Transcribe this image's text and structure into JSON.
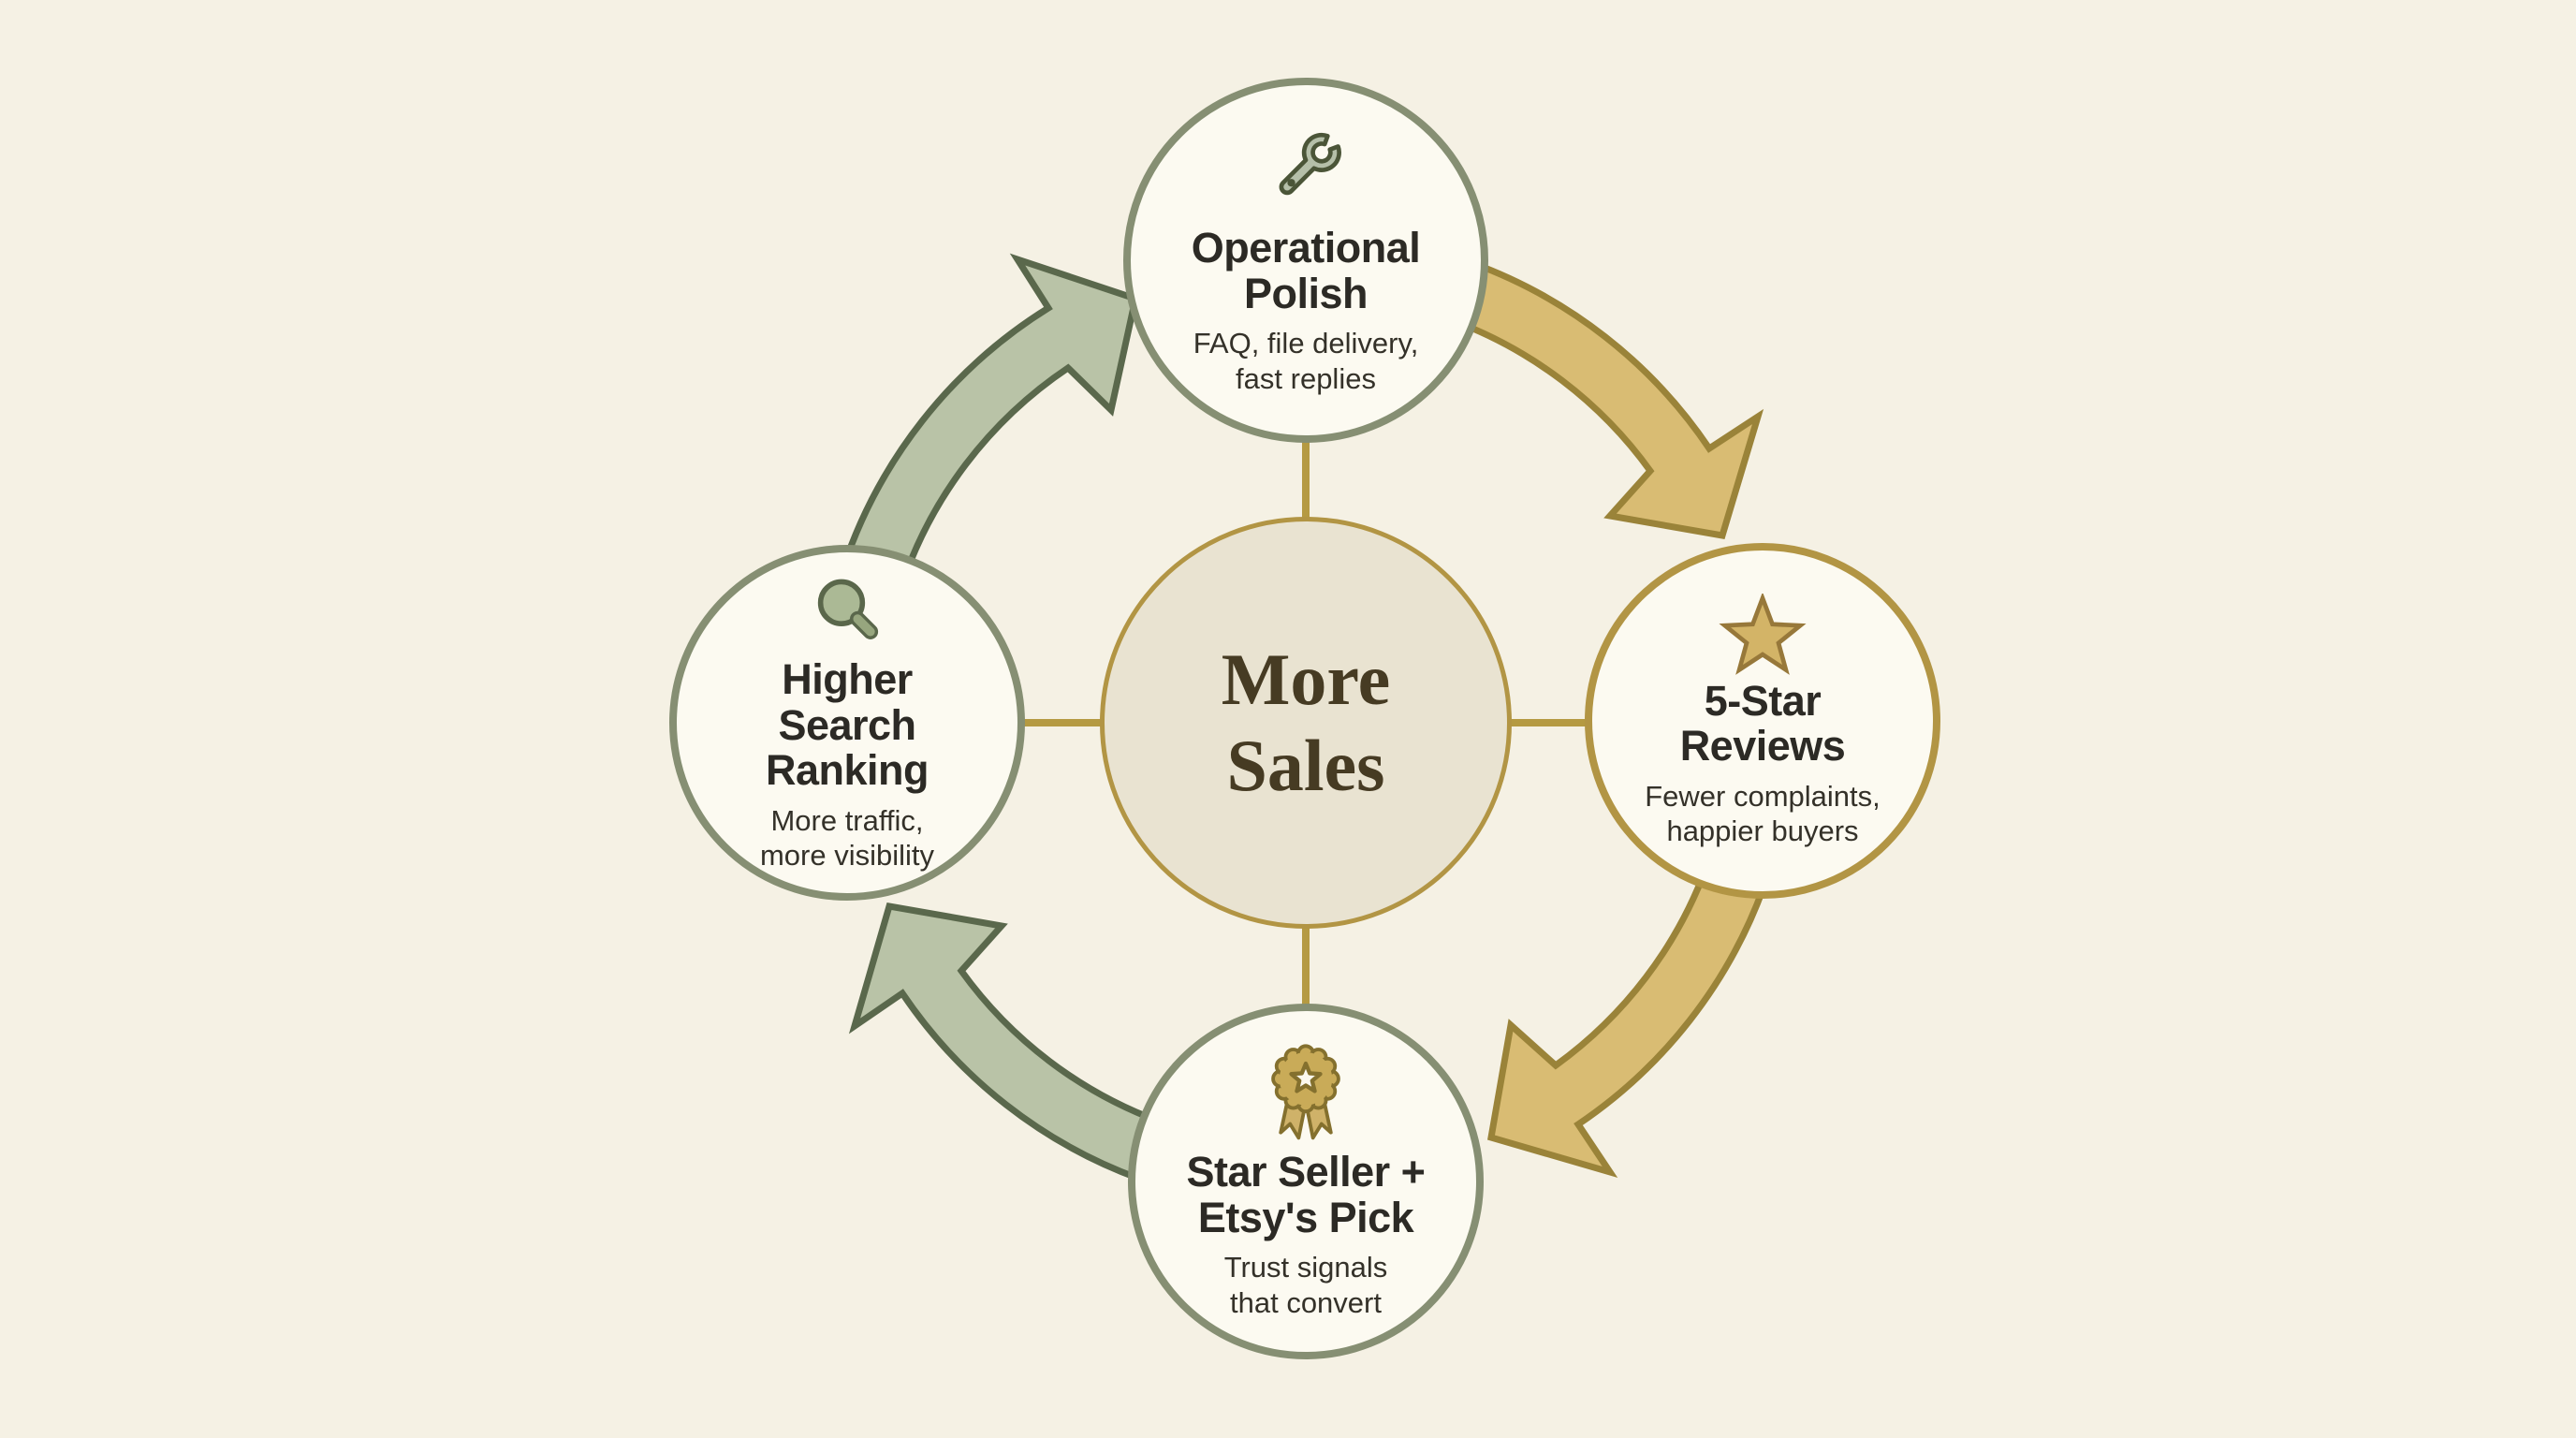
{
  "colors": {
    "bg": "#f5f1e4",
    "node-fill": "#fcfaf1",
    "center-fill": "#e9e3d1",
    "green-border": "#868f73",
    "gold-border": "#b29544",
    "connector-gold": "#b59a42",
    "green-arrow-fill": "#b9c3a7",
    "green-arrow-stroke": "#5a684c",
    "gold-arrow-fill": "#d9bc73",
    "gold-arrow-stroke": "#9a8339",
    "title-text": "#2c2a25",
    "subtitle-text": "#343129",
    "center-text": "#463b23",
    "icon-green-fill": "#b5bfa9",
    "icon-green-dark": "#4b5538",
    "icon-gold-fill": "#d3b467",
    "icon-gold-dark": "#97783a",
    "rosette-fill": "#c9ab58",
    "rosette-dark": "#84702e",
    "rosette-star-fill": "#fbf8ee",
    "magnifier-lens": "#abb995",
    "magnifier-rim": "#5a674b",
    "magnifier-handle": "#97a67e"
  },
  "center": {
    "label": "More\nSales"
  },
  "nodes": {
    "top": {
      "title": "Operational\nPolish",
      "subtitle": "FAQ, file delivery,\nfast replies",
      "icon": "wrench-icon"
    },
    "right": {
      "title": "5-Star\nReviews",
      "subtitle": "Fewer complaints,\nhappier buyers",
      "icon": "star-icon"
    },
    "bottom": {
      "title": "Star Seller +\nEtsy's Pick",
      "subtitle": "Trust signals\nthat convert",
      "icon": "award-rosette-icon"
    },
    "left": {
      "title": "Higher\nSearch\nRanking",
      "subtitle": "More traffic,\nmore visibility",
      "icon": "magnifier-icon"
    }
  },
  "arrows": [
    {
      "name": "left-to-top",
      "color": "green"
    },
    {
      "name": "top-to-right",
      "color": "gold"
    },
    {
      "name": "right-to-bottom",
      "color": "gold"
    },
    {
      "name": "bottom-to-left",
      "color": "green"
    }
  ]
}
